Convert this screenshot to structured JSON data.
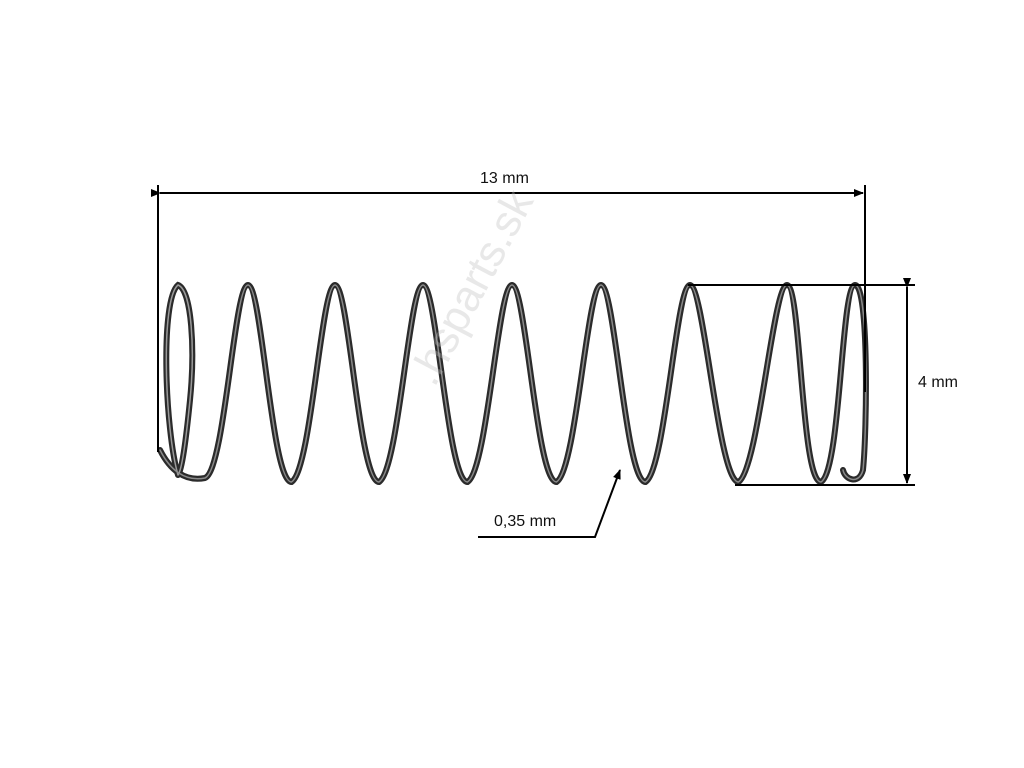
{
  "dimensions": {
    "length": "13 mm",
    "diameter": "4 mm",
    "wire": "0,35 mm"
  },
  "watermark": ".hsparts.sk",
  "colors": {
    "spring": "#2b2b2b",
    "highlight": "#8a8a8a",
    "lines": "#000000"
  }
}
